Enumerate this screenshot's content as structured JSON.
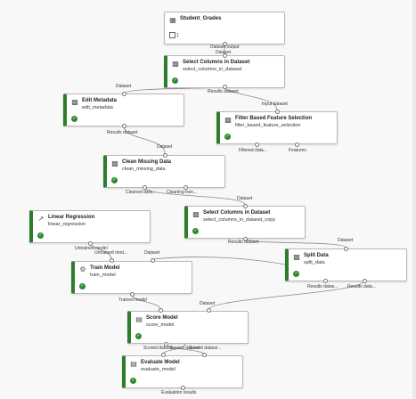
{
  "pipeline": {
    "nodes": [
      {
        "id": "n1",
        "title": "Student_Grades",
        "sub": "",
        "status": "dataset",
        "icon": "dataset-icon",
        "badge": "1"
      },
      {
        "id": "n2",
        "title": "Select Columns in Dataset",
        "sub": "select_columns_in_dataset",
        "status": "done",
        "icon": "module-icon"
      },
      {
        "id": "n3",
        "title": "Edit Metadata",
        "sub": "edit_metadata",
        "status": "done",
        "icon": "module-icon"
      },
      {
        "id": "n4",
        "title": "Filter Based Feature Selection",
        "sub": "filter_based_feature_selection",
        "status": "done",
        "icon": "module-icon"
      },
      {
        "id": "n5",
        "title": "Clean Missing Data",
        "sub": "clean_missing_data",
        "status": "done",
        "icon": "module-icon"
      },
      {
        "id": "n6",
        "title": "Linear Regression",
        "sub": "linear_regression",
        "status": "done",
        "icon": "regression-icon"
      },
      {
        "id": "n7",
        "title": "Select Columns in Dataset",
        "sub": "select_columns_in_dataset_copy",
        "status": "done",
        "icon": "module-icon"
      },
      {
        "id": "n8",
        "title": "Split Data",
        "sub": "split_data",
        "status": "done",
        "icon": "module-icon"
      },
      {
        "id": "n9",
        "title": "Train Model",
        "sub": "train_model",
        "status": "done",
        "icon": "train-icon"
      },
      {
        "id": "n10",
        "title": "Score Model",
        "sub": "score_model",
        "status": "done",
        "icon": "chart-icon"
      },
      {
        "id": "n11",
        "title": "Evaluate Model",
        "sub": "evaluate_model",
        "status": "done",
        "icon": "chart-icon"
      }
    ],
    "port_labels": {
      "n1_out": "Dataset output",
      "n2_in": "Dataset",
      "n2_out": "Results dataset",
      "n3_in": "Dataset",
      "n3_out": "Results dataset",
      "n4_in": "Input dataset",
      "n4_out1": "Filtered data...",
      "n4_out2": "Features",
      "n5_in": "Dataset",
      "n5_out1": "Cleaned data...",
      "n5_out2": "Cleaning tran...",
      "n6_out": "Untrained model",
      "n7_in": "Dataset",
      "n7_out": "Results dataset",
      "n8_in": "Dataset",
      "n8_out1": "Results datas...",
      "n8_out2": "Results data...",
      "n9_in1": "Untrained mod...",
      "n9_in2": "Dataset",
      "n9_out": "Trained model",
      "n10_in2": "Dataset",
      "n10_out": "Scored datase...",
      "n11_in1": "Scored dataset",
      "n11_in2": "Scored datase...",
      "n11_out": "Evaluation results"
    }
  }
}
